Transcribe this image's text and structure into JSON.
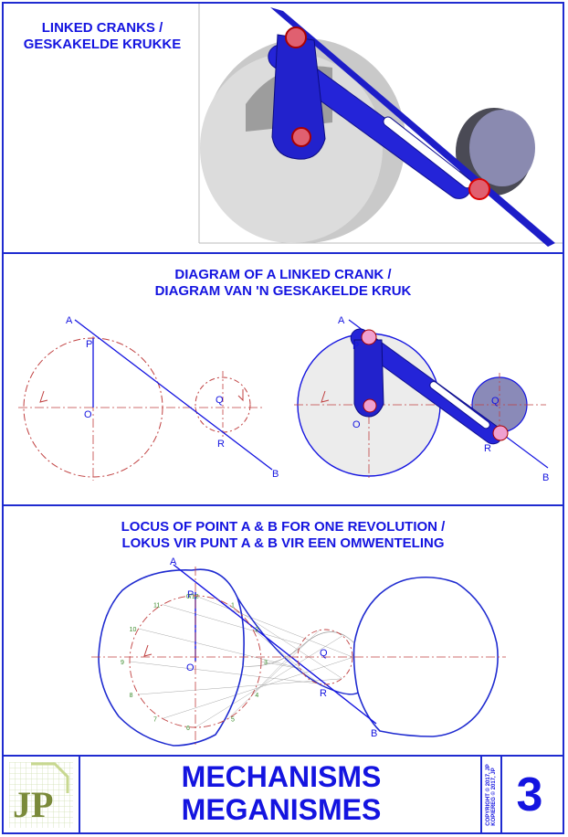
{
  "panels": {
    "top": {
      "title_line1": "LINKED CRANKS /",
      "title_line2": "GESKAKELDE KRUKKE"
    },
    "middle": {
      "title_line1": "DIAGRAM OF A LINKED CRANK /",
      "title_line2": "DIAGRAM VAN 'N GESKAKELDE KRUK"
    },
    "bottom": {
      "title_line1": "LOCUS OF POINT A & B FOR ONE REVOLUTION /",
      "title_line2": "LOKUS VIR PUNT A & B VIR EEN OMWENTELING"
    }
  },
  "points": {
    "A": "A",
    "B": "B",
    "P": "P",
    "O": "O",
    "Q": "Q",
    "R": "R"
  },
  "locus_labels": [
    "0/12",
    "1",
    "2",
    "3",
    "4",
    "5",
    "6",
    "7",
    "8",
    "9",
    "10",
    "11"
  ],
  "footer": {
    "title_line1": "MECHANISMS",
    "title_line2": "MEGANISMES",
    "number": "3",
    "copyright_en": "COPYRIGHT © 2017, JP",
    "copyright_af": "KOPIEREG © 2017, JP",
    "logo_text": "JP"
  },
  "colors": {
    "accent": "#1414e0",
    "construction": "#c04040",
    "locus": "#2a2ad0"
  }
}
